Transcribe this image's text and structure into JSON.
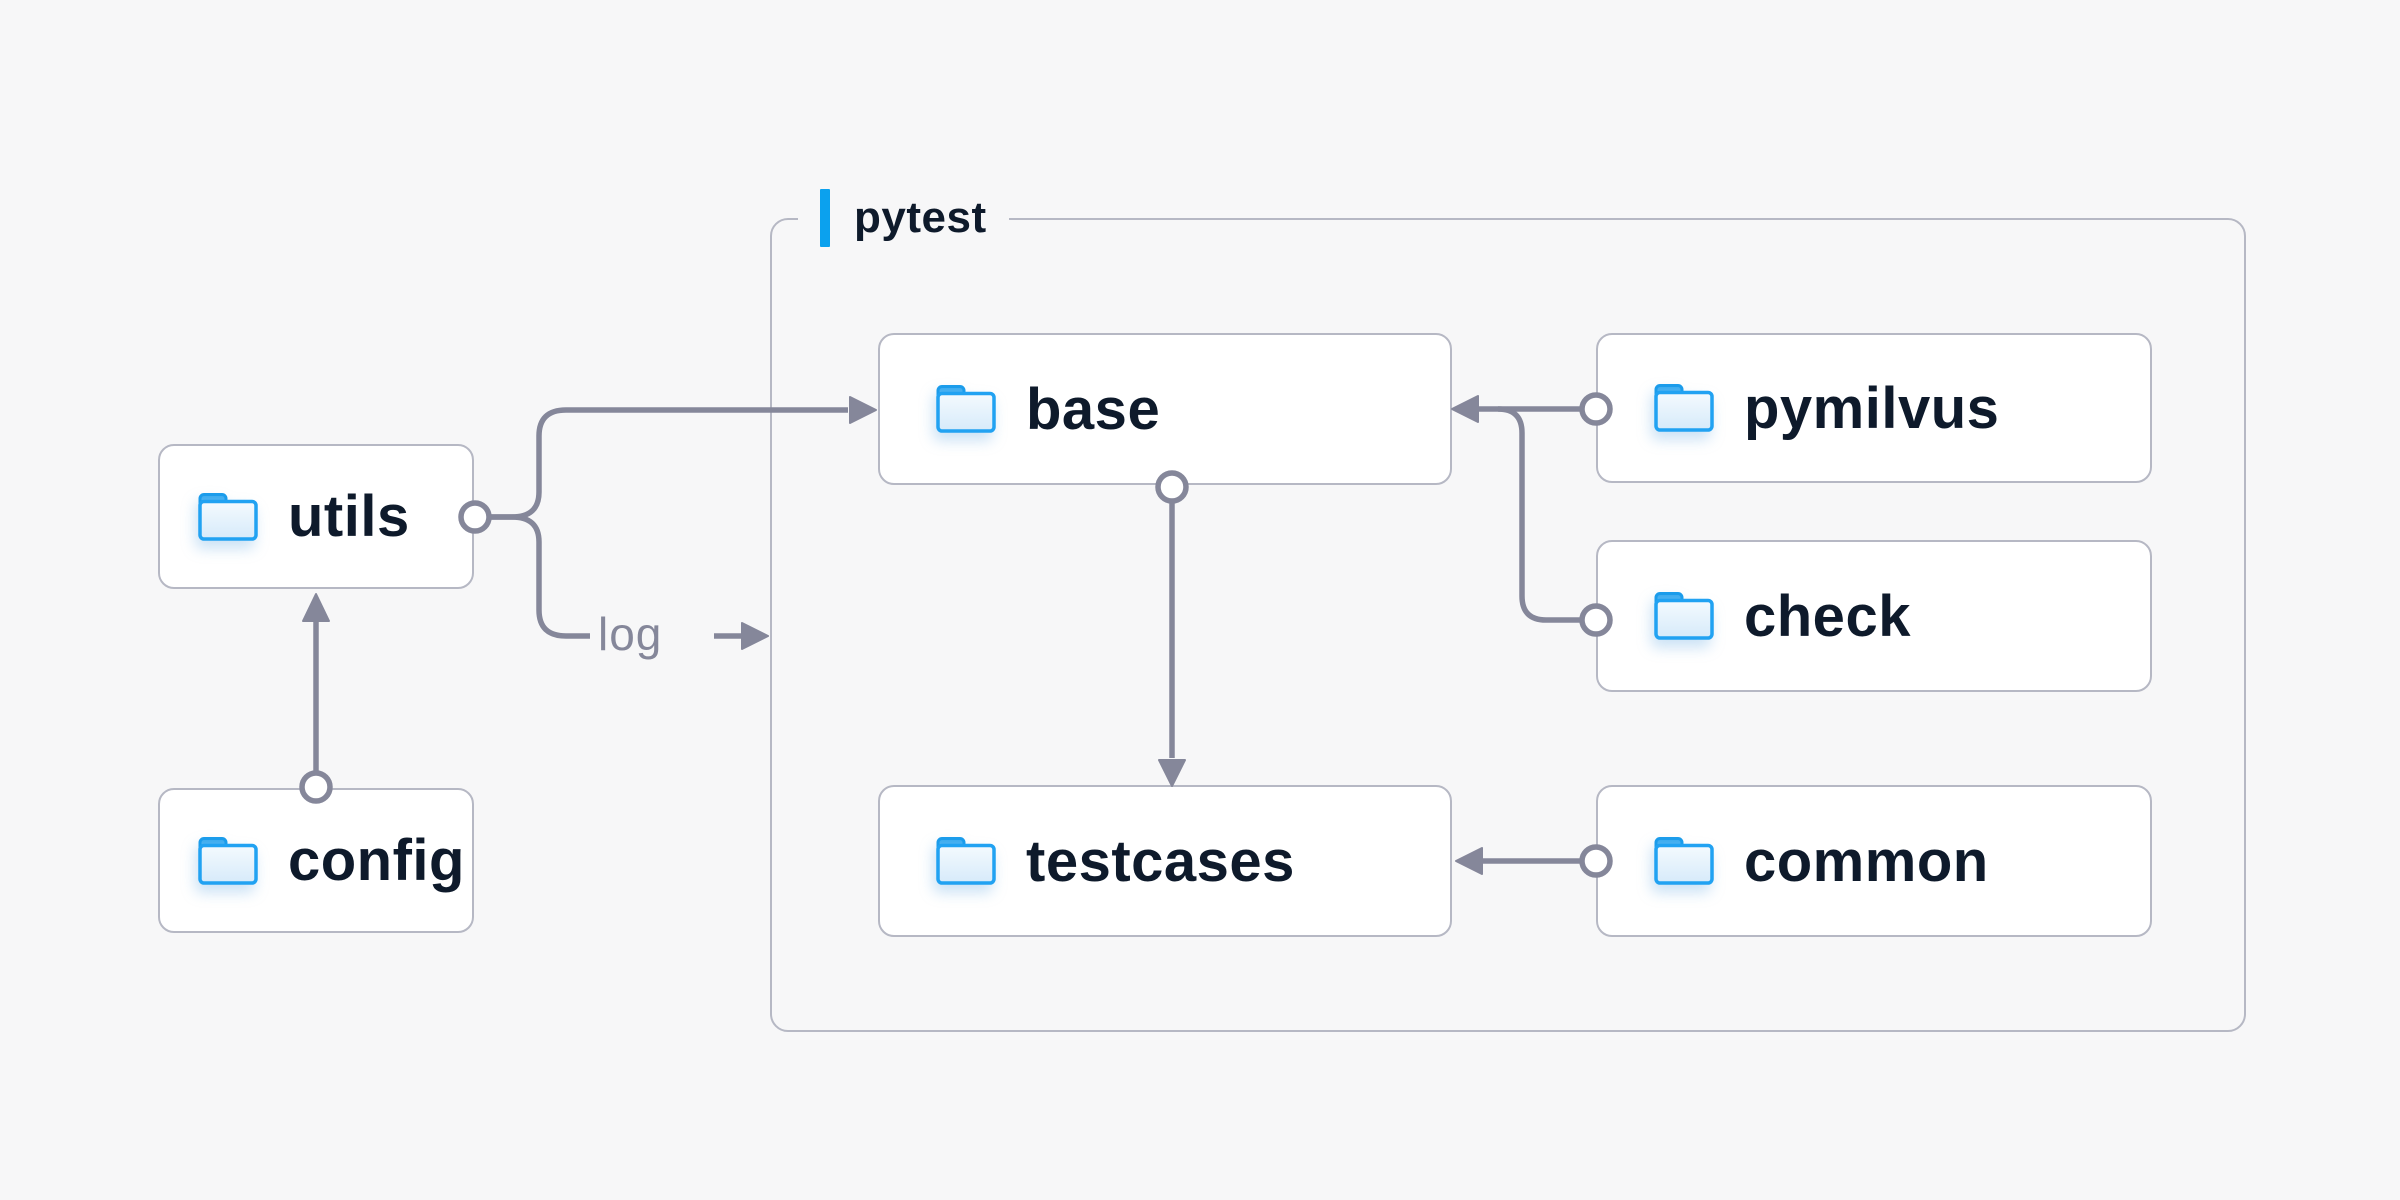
{
  "diagram": {
    "container": {
      "label": "pytest"
    },
    "nodes": [
      {
        "id": "utils",
        "label": "utils",
        "icon": "folder-icon"
      },
      {
        "id": "config",
        "label": "config",
        "icon": "folder-icon"
      },
      {
        "id": "base",
        "label": "base",
        "icon": "folder-icon"
      },
      {
        "id": "pymilvus",
        "label": "pymilvus",
        "icon": "folder-icon"
      },
      {
        "id": "check",
        "label": "check",
        "icon": "folder-icon"
      },
      {
        "id": "testcases",
        "label": "testcases",
        "icon": "folder-icon"
      },
      {
        "id": "common",
        "label": "common",
        "icon": "folder-icon"
      }
    ],
    "edge_labels": {
      "log": "log"
    },
    "edges": [
      {
        "from": "config",
        "to": "utils"
      },
      {
        "from": "utils",
        "to": "base"
      },
      {
        "from": "utils",
        "to": "log",
        "label": "log"
      },
      {
        "from": "pymilvus",
        "to": "base"
      },
      {
        "from": "check",
        "to": "base"
      },
      {
        "from": "base",
        "to": "testcases"
      },
      {
        "from": "common",
        "to": "testcases"
      }
    ],
    "colors": {
      "background": "#f7f7f8",
      "node_fill": "#ffffff",
      "node_border": "#b6b8c4",
      "node_text": "#0e1a2b",
      "connector": "#85879a",
      "accent_blue": "#0ba1ee",
      "folder_blue": "#21a2f2"
    }
  }
}
